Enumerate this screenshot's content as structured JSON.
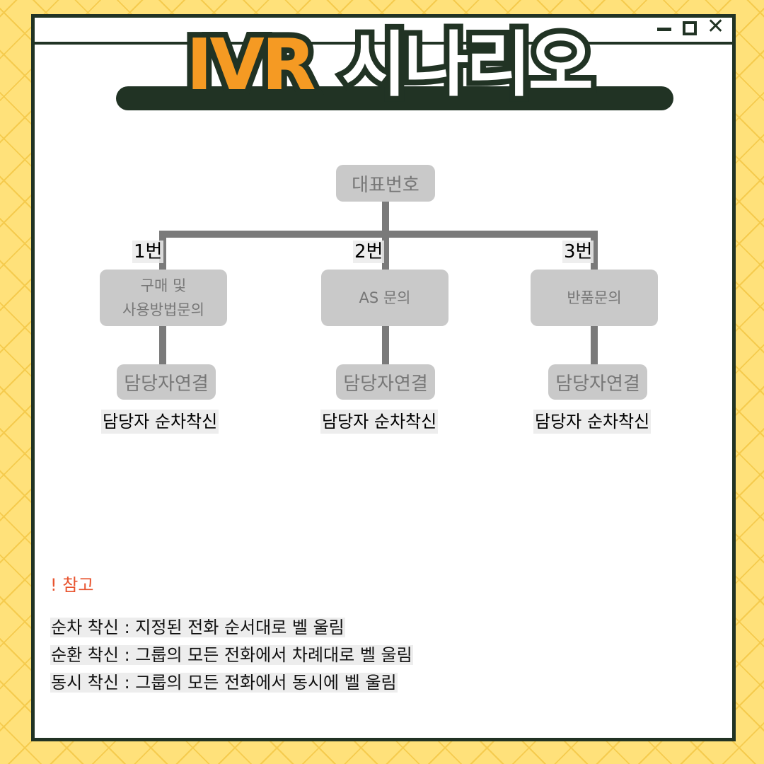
{
  "window": {
    "title": {
      "part1": "IVR",
      "part2": "시나리오"
    },
    "controls": {
      "minimize_icon": "minimize-icon",
      "maximize_icon": "maximize-icon",
      "close_icon": "close-icon"
    }
  },
  "colors": {
    "background": "#FFE17A",
    "background_pattern": "#F5CB4E",
    "frame": "#213324",
    "title_accent": "#F59A23",
    "node_fill": "#C9C9C9",
    "node_text": "#777777",
    "connector": "#7A7A7A",
    "note_heading": "#E8542F"
  },
  "diagram": {
    "root": {
      "label": "대표번호"
    },
    "branches": [
      {
        "key": "1번",
        "category": [
          "구매 및",
          "사용방법문의"
        ],
        "action": "담당자연결",
        "mode": "담당자 순차착신"
      },
      {
        "key": "2번",
        "category": [
          "AS 문의"
        ],
        "action": "담당자연결",
        "mode": "담당자 순차착신"
      },
      {
        "key": "3번",
        "category": [
          "반품문의"
        ],
        "action": "담당자연결",
        "mode": "담당자 순차착신"
      }
    ]
  },
  "notes": {
    "heading": "! 참고",
    "items": [
      "순차 착신 : 지정된 전화 순서대로 벨 울림",
      "순환 착신 : 그룹의 모든 전화에서 차례대로  벨 울림",
      "동시 착신 : 그룹의 모든 전화에서 동시에 벨 울림"
    ]
  }
}
